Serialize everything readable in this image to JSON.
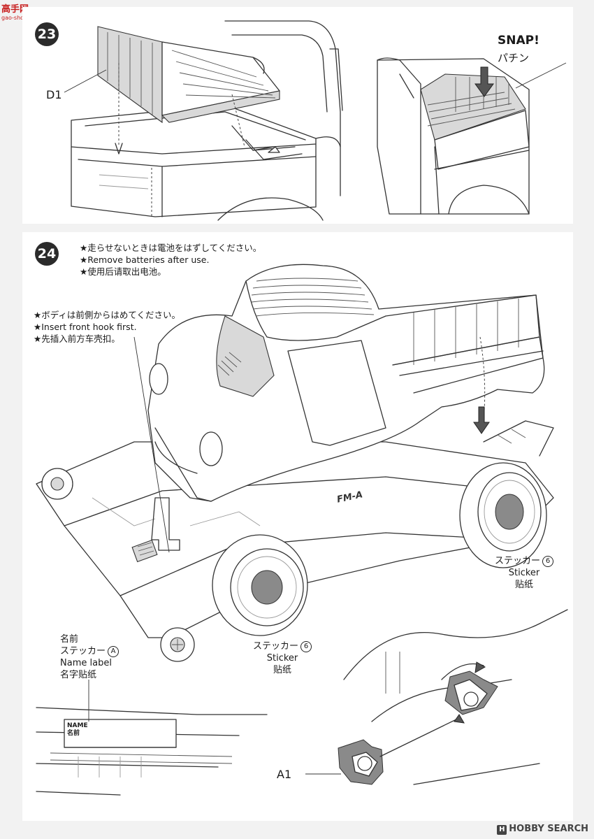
{
  "site_logo": {
    "text": "高手网",
    "sub": "gao-shou.com"
  },
  "steps": [
    {
      "number": "23",
      "part_label": "D1",
      "snap_en": "SNAP!",
      "snap_jp": "パチン"
    },
    {
      "number": "24",
      "battery_note": [
        "★走らせないときは電池をはずしてください。",
        "★Remove batteries after use.",
        "★使用后请取出电池。"
      ],
      "hook_note": [
        "★ボディは前側からはめてください。",
        "★Insert front hook first.",
        "★先插入前方车壳扣。"
      ],
      "sticker_right": {
        "jp": "ステッカー",
        "num": "6",
        "en": "Sticker",
        "zh": "贴纸"
      },
      "sticker_center": {
        "jp": "ステッカー",
        "num": "6",
        "en": "Sticker",
        "zh": "贴纸"
      },
      "name_label": {
        "jp1": "名前",
        "jp2": "ステッカー",
        "letter": "A",
        "en": "Name label",
        "zh": "名字贴纸"
      },
      "label_card": {
        "line1": "NAME",
        "line2": "名前"
      },
      "chassis_text": "FM-A",
      "part_a1": "A1"
    }
  ],
  "watermark": {
    "icon": "H",
    "text": "HOBBY SEARCH"
  }
}
